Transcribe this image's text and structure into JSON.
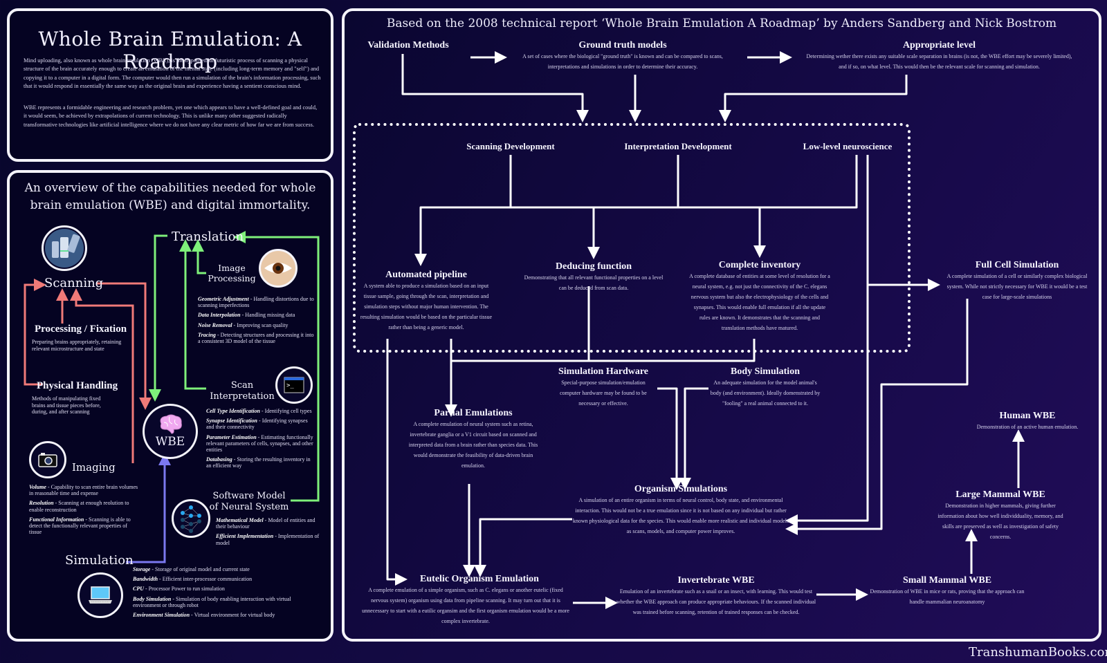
{
  "intro": {
    "title": "Whole Brain Emulation: A Roadmap",
    "paragraphs": [
      "Mind uploading, also known as whole brain emulation (WBE), is the hypothetical futuristic process of scanning a physical structure of the brain accurately enough to create an emulation of the mental state (including long-term memory and \"self\") and copying it to a computer in a digital form. The computer would then run a simulation of the brain's information processing, such that it would respond in essentially the same way as the original brain and experience having a sentient conscious mind.",
      "WBE represents a formidable engineering and research problem, yet one which appears to have a well-defined goal and could, it would seem, be achieved by extrapolations of current technology. This is unlike many other suggested radically transformative technologies like artificial intelligence where we do not have any clear metric of how far we are from success."
    ]
  },
  "overview": {
    "title": "An overview of the capabilities needed for whole brain emulation  (WBE) and digital immortality.",
    "center_label": "WBE",
    "colors": {
      "scanning": "#f07a78",
      "translation": "#7ef07a",
      "simulation": "#7b78f0",
      "brain": "#f0a8f0"
    },
    "scanning": {
      "label": "Scanning",
      "icon": "microscope-icon"
    },
    "processing": {
      "label": "Processing / Fixation",
      "text": "Preparing brains appropriately, retaining relevant microstructure and state"
    },
    "physical": {
      "label": "Physical Handling",
      "text": "Methods of manipulating fixed brains and tissue pieces before, during, and after scanning"
    },
    "imaging": {
      "label": "Imaging",
      "icon": "camera-icon",
      "items": [
        {
          "term": "Volume",
          "desc": "Capability to scan entire brain volumes in reasonable time and expense"
        },
        {
          "term": "Resolution",
          "desc": "Scanning at enough reolution to enable reconstruction"
        },
        {
          "term": "Functional Information",
          "desc": "Scanning is able to detect the functionally relevant properties of tissue"
        }
      ]
    },
    "translation": {
      "label": "Translation"
    },
    "image_processing": {
      "label": "Image Processing",
      "icon": "eye-icon",
      "items": [
        {
          "term": "Geometric Adjustment",
          "desc": "Handling distortions due to scanning imperfections"
        },
        {
          "term": "Data Interpolation",
          "desc": "Handling missing data"
        },
        {
          "term": "Noise Removal",
          "desc": "Improving scan quality"
        },
        {
          "term": "Tracing",
          "desc": "Detecting structures and processing it into a consistent 3D model of the tissue"
        }
      ]
    },
    "scan_interpretation": {
      "label": "Scan Interpretation",
      "icon": "terminal-icon",
      "items": [
        {
          "term": "Cell Type Identification",
          "desc": "Identifying cell types"
        },
        {
          "term": "Synapse Identification",
          "desc": "Identifying synapses and their connectivity"
        },
        {
          "term": "Parameter Estimation",
          "desc": "Estimating functionally relevant parameters of cells, synapses, and other entities"
        },
        {
          "term": "Databasing",
          "desc": "Storing the resulting inventory in an efficient way"
        }
      ]
    },
    "software_model": {
      "label": "Software Model of Neural System",
      "icon": "neural-network-icon",
      "items": [
        {
          "term": "Mathematical Model",
          "desc": "Model of entities and their behaviour"
        },
        {
          "term": "Efficient Implementation",
          "desc": "Implementation of model"
        }
      ]
    },
    "simulation": {
      "label": "Simulation",
      "icon": "laptop-icon",
      "items": [
        {
          "term": "Storage",
          "desc": "Storage of original model and current state"
        },
        {
          "term": "Bandwidth",
          "desc": "Efficient inter-processor communication"
        },
        {
          "term": "CPU",
          "desc": "Processor Power to run simulation"
        },
        {
          "term": "Body Simulation",
          "desc": "Simulation of body enabling interaction with virtual environment or through robot"
        },
        {
          "term": "Environment Simulation",
          "desc": "Virtual environment for virtual body"
        }
      ]
    }
  },
  "roadmap": {
    "title": "Based on the 2008 technical report ‘Whole Brain Emulation A Roadmap’ by Anders Sandberg and Nick Bostrom",
    "nodes": {
      "validation": {
        "title": "Validation Methods",
        "text": ""
      },
      "ground_truth": {
        "title": "Ground truth models",
        "text": "A set of cases where the biological \"ground truth\" is known and can be compared to scans, interpretations and simulations in order to determine their accuracy."
      },
      "appropriate_level": {
        "title": "Appropriate level",
        "text": "Determining wether there exists any suitable scale separation in brains (is not, the WBE effort may be severely limited), and if so, on what level. This would then be the relevant scale for scanning and simulation."
      },
      "scanning_dev": {
        "title": "Scanning Development",
        "text": ""
      },
      "interpretation_dev": {
        "title": "Interpretation Development",
        "text": ""
      },
      "low_level": {
        "title": "Low-level neuroscience",
        "text": ""
      },
      "automated_pipeline": {
        "title": "Automated pipeline",
        "text": "A system able to produce a simulation based on an input tissue sample, going through the scan, interpretation and simulation steps without major human intervention. The resulting simulation would be based on the particular tissue rather than being a generic model."
      },
      "deducing_function": {
        "title": "Deducing function",
        "text": "Demonstrating that all relevant functional properties on a level can be deduced from scan data."
      },
      "complete_inventory": {
        "title": "Complete inventory",
        "text": "A complete database of entities at some level of resolution for a neural system, e.g. not just the connectivity of the C. elegans nervous system but also the electrophysiology of the cells and synapses. This would enable full emulation if all the update rules are known. It demonstrates that the scanning and translation methods have matured."
      },
      "full_cell": {
        "title": "Full Cell Simulation",
        "text": "A complete simulation of a cell or similarly complex biological system. While not strictly necessary for WBE it would be a test case for large-scale simulations"
      },
      "sim_hardware": {
        "title": "Simulation Hardware",
        "text": "Special-purpose simulation/emulation computer hardware may be found to be necessary or effective."
      },
      "body_sim": {
        "title": "Body Simulation",
        "text": "An adequate simulation for the model animal's body (and environment). Ideally domenstrated by \"fooling\" a real animal connected to it."
      },
      "partial_emulations": {
        "title": "Partial Emulations",
        "text": "A complete emulation of neural system such as retina, invertebrate ganglia or a V1 circuit based on scanned and interpreted data from a brain rather than species data. This would demonstrate the feasibility  of data-driven brain emulation."
      },
      "organism_sims": {
        "title": "Organism Simulations",
        "text": "A simulation of an entire organism in terms of neural control, body state, and environmental interaction. This would not be a true emulation since it is not based on any individual but rather known physiological data for the species. This would enable more realistic and individual models as scans, models, and computer power improves."
      },
      "eutelic": {
        "title": "Eutelic Organism Emulation",
        "text": "A complete emulation of a simple organism, such as C. elegans or another eutelic (fixed nervous system) organism using data from pipeline scanning. It may turn out that it is unnecessary to start with a eutilic organsim and the first organism emulation would be a more complex invertebrate."
      },
      "invertebrate": {
        "title": "Invertebrate WBE",
        "text": "Emulation of an invertebrate such as a snail or an insect, with learning. This would test whether the WBE approach can produce appropriate behaviours. If the scanned individual was trained before scanning, retention of trained responses can be checked."
      },
      "small_mammal": {
        "title": "Small Mammal WBE",
        "text": "Demonstration of WBE in mice or rats, proving that the approach can handle mammalian neuroanatomy"
      },
      "large_mammal": {
        "title": "Large Mammal WBE",
        "text": "Demonstration in higher mammals, giving further information about how well individduality, memory, and skills are preserved as well as investigation of safety concerns."
      },
      "human": {
        "title": "Human WBE",
        "text": "Demonstration of an active human emulation."
      }
    }
  },
  "footer": {
    "site": "TranshumanBooks.com"
  }
}
